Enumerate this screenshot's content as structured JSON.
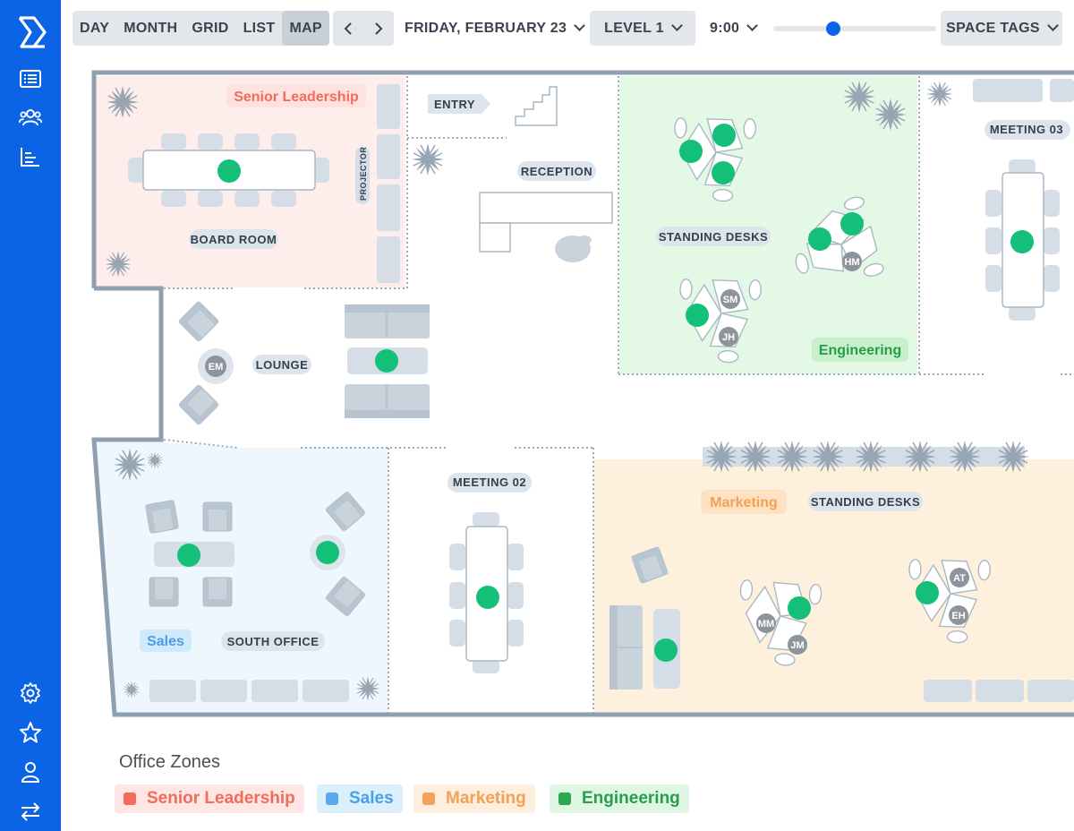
{
  "topbar": {
    "view_tabs": [
      {
        "label": "DAY",
        "active": false
      },
      {
        "label": "MONTH",
        "active": false
      },
      {
        "label": "GRID",
        "active": false
      },
      {
        "label": "LIST",
        "active": false
      },
      {
        "label": "MAP",
        "active": true
      }
    ],
    "prev_icon": "chevron-left-icon",
    "next_icon": "chevron-right-icon",
    "date": "FRIDAY, FEBRUARY 23",
    "level": "LEVEL 1",
    "time": "9:00",
    "time_slider_position": 0.37,
    "space_tags": "SPACE TAGS"
  },
  "sidebar": {
    "logo": "brand-logo",
    "top_icons": [
      "list-icon",
      "users-icon",
      "chart-icon"
    ],
    "bottom_icons": [
      "settings-icon",
      "star-icon",
      "user-icon",
      "swap-icon"
    ]
  },
  "map": {
    "rooms": {
      "board_room": "BOARD ROOM",
      "projector": "PROJECTOR",
      "entry": "ENTRY",
      "reception": "RECEPTION",
      "standing_desks_eng": "STANDING DESKS",
      "meeting_03": "MEETING 03",
      "lounge": "LOUNGE",
      "meeting_02": "MEETING 02",
      "south_office": "SOUTH OFFICE",
      "standing_desks_mkt": "STANDING DESKS"
    },
    "zone_tags": {
      "senior_leadership": "Senior Leadership",
      "engineering": "Engineering",
      "sales": "Sales",
      "marketing": "Marketing"
    },
    "people": {
      "em": "EM",
      "sm": "SM",
      "jh": "JH",
      "hm": "HM",
      "mm": "MM",
      "jm": "JM",
      "at": "AT",
      "eh": "EH"
    }
  },
  "legend": {
    "title": "Office Zones",
    "items": [
      {
        "label": "Senior Leadership",
        "color": "#f26b5b",
        "bg": "#fde6e3",
        "text": "#f26b5b"
      },
      {
        "label": "Sales",
        "color": "#5aa7ee",
        "bg": "#dcf0fc",
        "text": "#4a9fe9"
      },
      {
        "label": "Marketing",
        "color": "#f5a15a",
        "bg": "#fdeedd",
        "text": "#f2a155"
      },
      {
        "label": "Engineering",
        "color": "#2ea84f",
        "bg": "#dff7e2",
        "text": "#2a9d49"
      }
    ]
  },
  "colors": {
    "brand": "#0b63e6",
    "available": "#13bf79",
    "occupied": "#8d949c"
  }
}
